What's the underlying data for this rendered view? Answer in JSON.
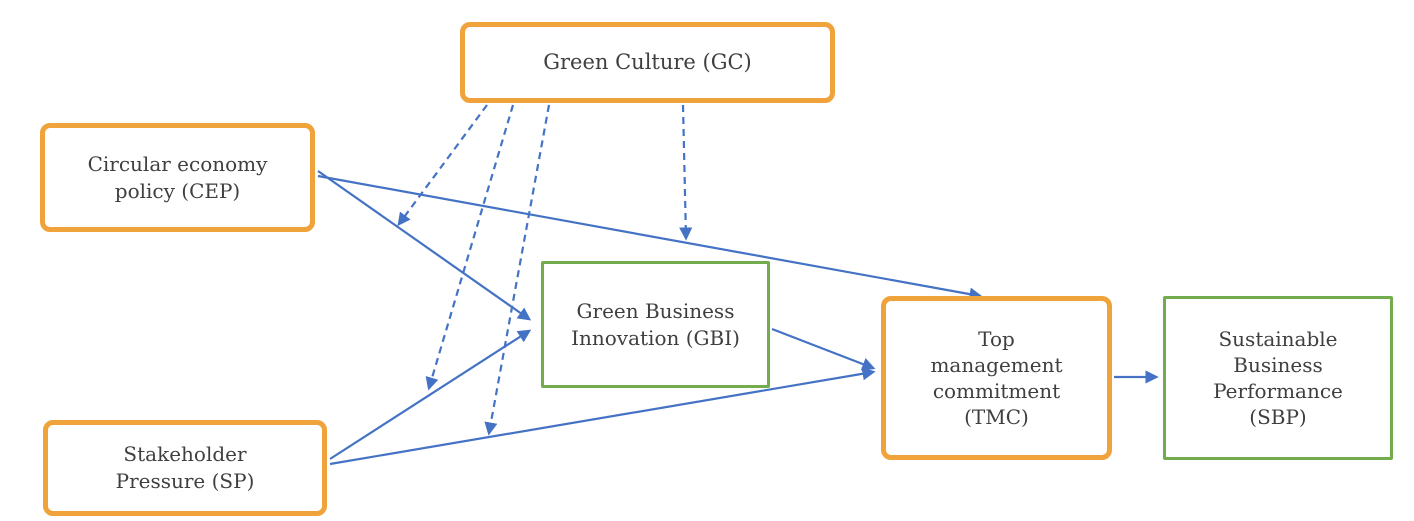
{
  "diagram": {
    "nodes": {
      "gc": {
        "id": "GC",
        "label": "Green Culture (GC)",
        "lines": [
          "Green Culture (GC)"
        ],
        "border": "orange"
      },
      "cep": {
        "id": "CEP",
        "label": "Circular economy policy (CEP)",
        "lines": [
          "Circular economy",
          "policy (CEP)"
        ],
        "border": "orange"
      },
      "sp": {
        "id": "SP",
        "label": "Stakeholder Pressure (SP)",
        "lines": [
          "Stakeholder",
          "Pressure (SP)"
        ],
        "border": "orange"
      },
      "gbi": {
        "id": "GBI",
        "label": "Green Business Innovation (GBI)",
        "lines": [
          "Green Business",
          "Innovation (GBI)"
        ],
        "border": "green"
      },
      "tmc": {
        "id": "TMC",
        "label": "Top management commitment (TMC)",
        "lines": [
          "Top",
          "management",
          "commitment",
          "(TMC)"
        ],
        "border": "orange"
      },
      "sbp": {
        "id": "SBP",
        "label": "Sustainable Business Performance (SBP)",
        "lines": [
          "Sustainable",
          "Business",
          "Performance",
          "(SBP)"
        ],
        "border": "green"
      }
    },
    "edges": [
      {
        "from": "CEP",
        "to": "GBI",
        "style": "solid"
      },
      {
        "from": "CEP",
        "to": "TMC",
        "style": "solid"
      },
      {
        "from": "SP",
        "to": "GBI",
        "style": "solid"
      },
      {
        "from": "SP",
        "to": "TMC",
        "style": "solid"
      },
      {
        "from": "GBI",
        "to": "TMC",
        "style": "solid"
      },
      {
        "from": "TMC",
        "to": "SBP",
        "style": "solid"
      },
      {
        "from": "GC",
        "to": "path CEP-GBI",
        "style": "dashed"
      },
      {
        "from": "GC",
        "to": "path SP-GBI",
        "style": "dashed"
      },
      {
        "from": "GC",
        "to": "path SP-TMC",
        "style": "dashed"
      },
      {
        "from": "GC",
        "to": "path CEP-TMC",
        "style": "dashed"
      }
    ],
    "colors": {
      "orange_border": "#f1a33b",
      "green_border": "#72ac4c",
      "arrow_blue": "#4472c4",
      "text": "#3f3f3f",
      "background": "#ffffff"
    }
  }
}
